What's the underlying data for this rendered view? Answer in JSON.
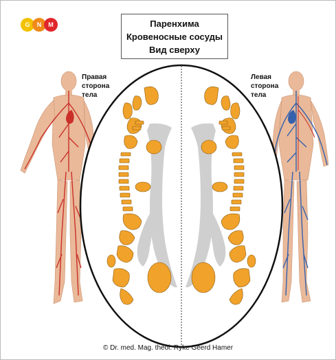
{
  "logo": {
    "letters": [
      "G",
      "N",
      "M"
    ],
    "colors": [
      "#f2c200",
      "#f08a1a",
      "#e0272b"
    ]
  },
  "title": {
    "line1": "Паренхима",
    "line2": "Кровеносные сосуды",
    "line3": "Вид сверху"
  },
  "labels": {
    "right_side": [
      "Правая",
      "сторона",
      "тела"
    ],
    "left_side": [
      "Левая",
      "сторона",
      "тела"
    ]
  },
  "copyright": "© Dr. med. Mag. theol. Ryke Geerd Hamer",
  "colors": {
    "relay": "#f0a22a",
    "ventricle": "#cfcfcf",
    "artery": "#c8241d",
    "vein": "#2b59a8",
    "skin": "#e8b694"
  }
}
